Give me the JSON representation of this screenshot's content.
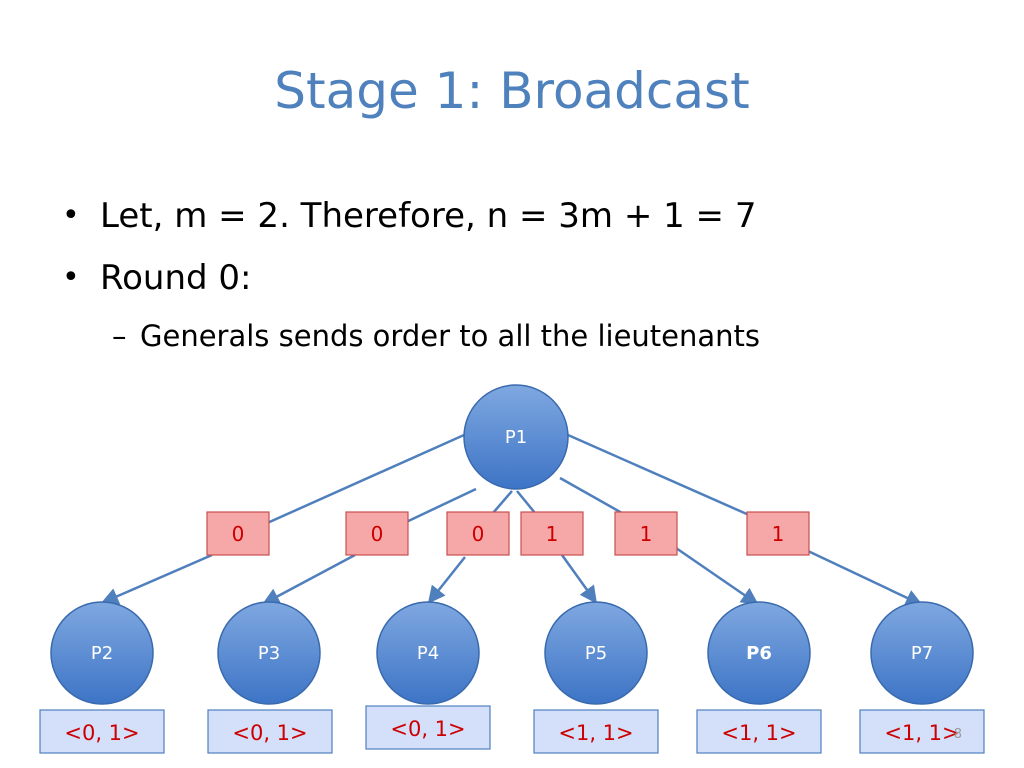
{
  "slide": {
    "title": "Stage 1: Broadcast",
    "bullets": [
      "Let, m = 2. Therefore, n = 3m + 1 = 7",
      "Round 0:"
    ],
    "bullet_glyph": "•",
    "sub_glyph": "–",
    "sub_bullets": [
      "Generals sends order to all the lieutenants"
    ],
    "page_number": "8"
  },
  "diagram": {
    "root": {
      "label": "P1"
    },
    "children": [
      {
        "label": "P2",
        "bold": false,
        "message": "0",
        "vector": "<0, 1>"
      },
      {
        "label": "P3",
        "bold": false,
        "message": "0",
        "vector": "<0, 1>"
      },
      {
        "label": "P4",
        "bold": false,
        "message": "0",
        "vector": "<0, 1>"
      },
      {
        "label": "P5",
        "bold": false,
        "message": "1",
        "vector": "<1, 1>"
      },
      {
        "label": "P6",
        "bold": true,
        "message": "1",
        "vector": "<1, 1>"
      },
      {
        "label": "P7",
        "bold": false,
        "message": "1",
        "vector": "<1, 1>"
      }
    ],
    "colors": {
      "node_fill_top": "#7fa8e0",
      "node_fill_bottom": "#3d74c6",
      "node_stroke": "#3a6aae",
      "edge": "#4f7fbd",
      "msg_fill": "#f6a7a7",
      "msg_stroke": "#c85050",
      "msg_text": "#cc0000",
      "vec_fill": "#d4e0fa",
      "vec_stroke": "#4f7fbd",
      "vec_text": "#cc0000"
    }
  }
}
